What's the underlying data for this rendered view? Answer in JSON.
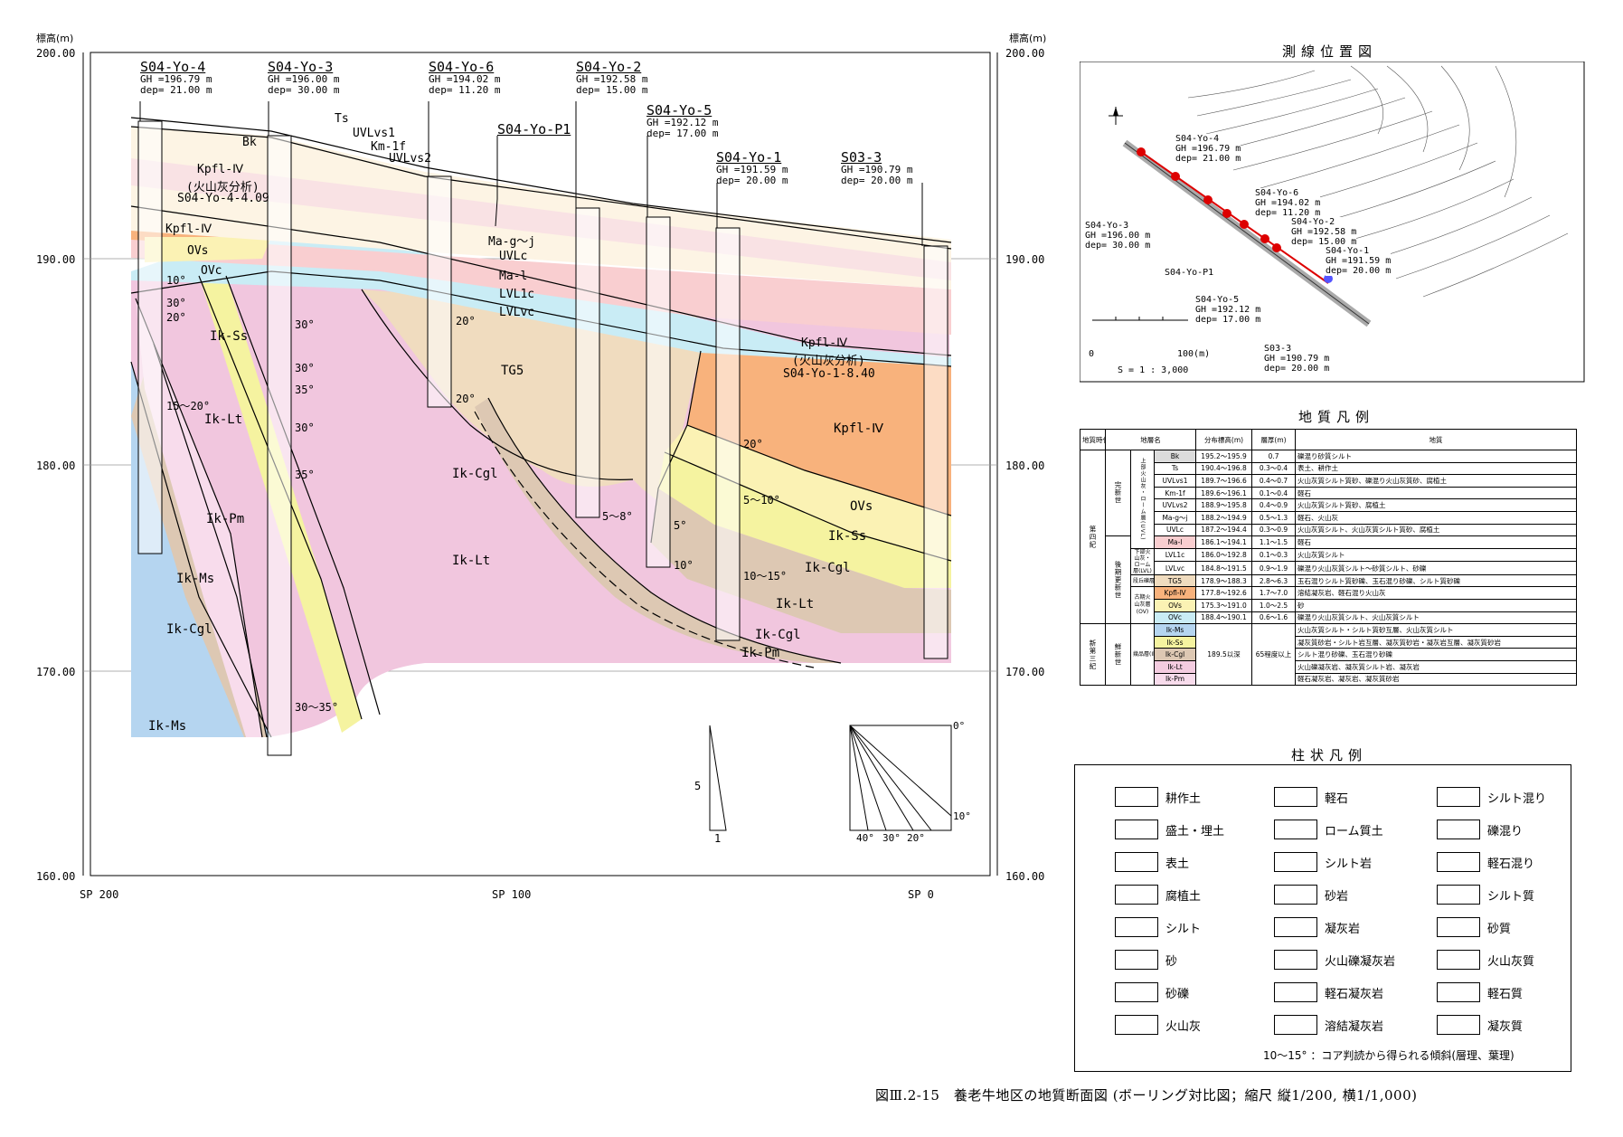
{
  "section": {
    "elev_unit": "標高(m)",
    "y_ticks": [
      "200.00",
      "190.00",
      "180.00",
      "170.00",
      "160.00"
    ],
    "x_ticks": [
      "SP 200",
      "SP 100",
      "SP 0"
    ],
    "boreholes": [
      {
        "name": "S04-Yo-4",
        "gh": "GH =196.79 m",
        "dep": "dep= 21.00 m"
      },
      {
        "name": "S04-Yo-3",
        "gh": "GH =196.00 m",
        "dep": "dep= 30.00 m"
      },
      {
        "name": "S04-Yo-6",
        "gh": "GH =194.02 m",
        "dep": "dep= 11.20 m"
      },
      {
        "name": "S04-Yo-2",
        "gh": "GH =192.58 m",
        "dep": "dep= 15.00 m"
      },
      {
        "name": "S04-Yo-5",
        "gh": "GH =192.12 m",
        "dep": "dep= 17.00 m"
      },
      {
        "name": "S04-Yo-1",
        "gh": "GH =191.59 m",
        "dep": "dep= 20.00 m"
      },
      {
        "name": "S03-3",
        "gh": "GH =190.79 m",
        "dep": "dep= 20.00 m"
      }
    ],
    "p1_label": "S04-Yo-P1",
    "unit_labels": [
      "Bk",
      "Ts",
      "UVLvs1",
      "Km-1f",
      "UVLvs2",
      "Kpfl-Ⅳ",
      "(火山灰分析)",
      "S04-Yo-4-4.09",
      "Kpfl-Ⅳ",
      "OVs",
      "OVc",
      "Ma-g～j",
      "UVLc",
      "Ma-l",
      "LVL1c",
      "LVLvc",
      "TG5",
      "Kpfl-Ⅳ",
      "(火山灰分析)",
      "S04-Yo-1-8.40",
      "Kpfl-Ⅳ",
      "OVs",
      "Ik-Ss",
      "Ik-Cgl",
      "Ik-Lt",
      "Ik-Cgl",
      "Ik-Pm",
      "Ik-Ss",
      "Ik-Lt",
      "Ik-Cgl",
      "Ik-Lt",
      "Ik-Pm",
      "Ik-Ms",
      "Ik-Cgl",
      "Ik-Ms"
    ],
    "dip_labels": [
      "10°",
      "30°",
      "20°",
      "15～20°",
      "30°",
      "30°",
      "35°",
      "30°",
      "35°",
      "30～35°",
      "20°",
      "20°",
      "5～8°",
      "5°",
      "10°",
      "20°",
      "5～10°",
      "10～15°"
    ],
    "scale_v": "5",
    "scale_h": "1",
    "angle_labels": [
      "0°",
      "10°",
      "40°",
      "30°",
      "20°"
    ]
  },
  "map": {
    "title": "測線位置図",
    "points": [
      {
        "name": "S04-Yo-4",
        "gh": "GH =196.79 m",
        "dep": "dep= 21.00 m"
      },
      {
        "name": "S04-Yo-6",
        "gh": "GH =194.02 m",
        "dep": "dep= 11.20 m"
      },
      {
        "name": "S04-Yo-3",
        "gh": "GH =196.00 m",
        "dep": "dep= 30.00 m"
      },
      {
        "name": "S04-Yo-2",
        "gh": "GH =192.58 m",
        "dep": "dep= 15.00 m"
      },
      {
        "name": "S04-Yo-1",
        "gh": "GH =191.59 m",
        "dep": "dep= 20.00 m"
      },
      {
        "name": "S04-Yo-5",
        "gh": "GH =192.12 m",
        "dep": "dep= 17.00 m"
      },
      {
        "name": "S03-3",
        "gh": "GH =190.79 m",
        "dep": "dep= 20.00 m"
      }
    ],
    "p1": "S04-Yo-P1",
    "scale_zero": "0",
    "scale_end": "100(m)",
    "scale_text": "S = 1 : 3,000"
  },
  "geo_legend": {
    "title": "地質凡例",
    "headers": [
      "地質時代",
      "地層名",
      "分布標高(m)",
      "層厚(m)",
      "地質"
    ],
    "era_q": "第四紀",
    "era_n": "新第三紀",
    "ep_holo": "完新世",
    "ep_late": "後期更新世",
    "ep_mio": "鮮新世",
    "grp_uvl": "上部火山灰・ローム層(UVL)",
    "grp_lvl": "下部火山灰・ローム層(LVL)",
    "grp_tg": "段丘礫層(TG)",
    "grp_ov": "古期火山灰層(OV)",
    "grp_ik": "幾品層(Ik)",
    "ik_range": "189.5以深",
    "ik_thick": "65程度以上",
    "rows": [
      {
        "code": "Bk",
        "color": "#dcdcdc",
        "range": "195.2～195.9",
        "thick": "0.7",
        "desc": "礫混り砂質シルト"
      },
      {
        "code": "Ts",
        "color": "#ffffff",
        "range": "190.4～196.8",
        "thick": "0.3～0.4",
        "desc": "表土、耕作土"
      },
      {
        "code": "UVLvs1",
        "color": "#ffffff",
        "range": "189.7～196.6",
        "thick": "0.4～0.7",
        "desc": "火山灰質シルト質砂、礫混り火山灰質砂、腐植土"
      },
      {
        "code": "Km-1f",
        "color": "#ffffff",
        "range": "189.6～196.1",
        "thick": "0.1～0.4",
        "desc": "軽石"
      },
      {
        "code": "UVLvs2",
        "color": "#ffffff",
        "range": "188.9～195.8",
        "thick": "0.4～0.9",
        "desc": "火山灰質シルト質砂、腐植土"
      },
      {
        "code": "Ma-g～j",
        "color": "#ffffff",
        "range": "188.2～194.9",
        "thick": "0.5～1.3",
        "desc": "軽石、火山灰"
      },
      {
        "code": "UVLc",
        "color": "#ffffff",
        "range": "187.2～194.4",
        "thick": "0.3～0.9",
        "desc": "火山灰質シルト、火山灰質シルト質砂、腐植土"
      },
      {
        "code": "Ma-l",
        "color": "#f9ced0",
        "range": "186.1～194.1",
        "thick": "1.1～1.5",
        "desc": "軽石"
      },
      {
        "code": "LVL1c",
        "color": "#ffffff",
        "range": "186.0～192.8",
        "thick": "0.1～0.3",
        "desc": "火山灰質シルト"
      },
      {
        "code": "LVLvc",
        "color": "#ffffff",
        "range": "184.8～191.5",
        "thick": "0.9～1.9",
        "desc": "礫混り火山灰質シルト～砂質シルト、砂礫"
      },
      {
        "code": "TG5",
        "color": "#f0dcbf",
        "range": "178.9～188.3",
        "thick": "2.8～6.3",
        "desc": "玉石混りシルト質砂礫、玉石混り砂礫、シルト質砂礫"
      },
      {
        "code": "Kpfl-Ⅳ",
        "color": "#f8b27c",
        "range": "177.8～192.6",
        "thick": "1.7～7.0",
        "desc": "溶結凝灰岩、軽石混り火山灰"
      },
      {
        "code": "OVs",
        "color": "#fbf2b4",
        "range": "175.3～191.0",
        "thick": "1.0～2.5",
        "desc": "砂"
      },
      {
        "code": "OVc",
        "color": "#c9ecf5",
        "range": "188.4～190.1",
        "thick": "0.6～1.6",
        "desc": "礫混り火山灰質シルト、火山灰質シルト"
      },
      {
        "code": "Ik-Ms",
        "color": "#b5d5f0",
        "desc": "火山灰質シルト・シルト質砂互層、火山灰質シルト"
      },
      {
        "code": "Ik-Ss",
        "color": "#f5f3a0",
        "desc": "凝灰質砂岩・シルト岩互層、凝灰質砂岩・凝灰岩互層、凝灰質砂岩"
      },
      {
        "code": "Ik-Cgl",
        "color": "#ddc8b3",
        "desc": "シルト混り砂礫、玉石混り砂礫"
      },
      {
        "code": "Ik-Lt",
        "color": "#f4cce0",
        "desc": "火山礫凝灰岩、凝灰質シルト岩、凝灰岩"
      },
      {
        "code": "Ik-Pm",
        "color": "#f8dcec",
        "desc": "軽石凝灰岩、凝灰岩、凝灰質砂岩"
      }
    ]
  },
  "col_legend": {
    "title": "柱状凡例",
    "items": [
      "耕作土",
      "盛土・埋土",
      "表土",
      "腐植土",
      "シルト",
      "砂",
      "砂礫",
      "火山灰",
      "軽石",
      "ローム質土",
      "シルト岩",
      "砂岩",
      "凝灰岩",
      "火山礫凝灰岩",
      "軽石凝灰岩",
      "溶結凝灰岩",
      "シルト混り",
      "礫混り",
      "軽石混り",
      "シルト質",
      "砂質",
      "火山灰質",
      "軽石質",
      "凝灰質"
    ],
    "note": "10～15° ：コア判読から得られる傾斜(層理、葉理)"
  },
  "caption": "図Ⅲ.2-15　養老牛地区の地質断面図 (ボーリング対比図；縮尺 縦1/200, 横1/1,000)",
  "colors": {
    "Kpfl": "#f8b27c",
    "TG5": "#f0dcbf",
    "IkLt": "#f1c6de",
    "IkPm": "#f8dcec",
    "IkSs": "#f5f3a0",
    "IkCgl": "#ddc8b3",
    "IkMs": "#b5d5f0",
    "OVs": "#fbf2b4",
    "OVc": "#c9ecf5",
    "MaL": "#f9ced0",
    "UVL": "#fdf4e4"
  }
}
